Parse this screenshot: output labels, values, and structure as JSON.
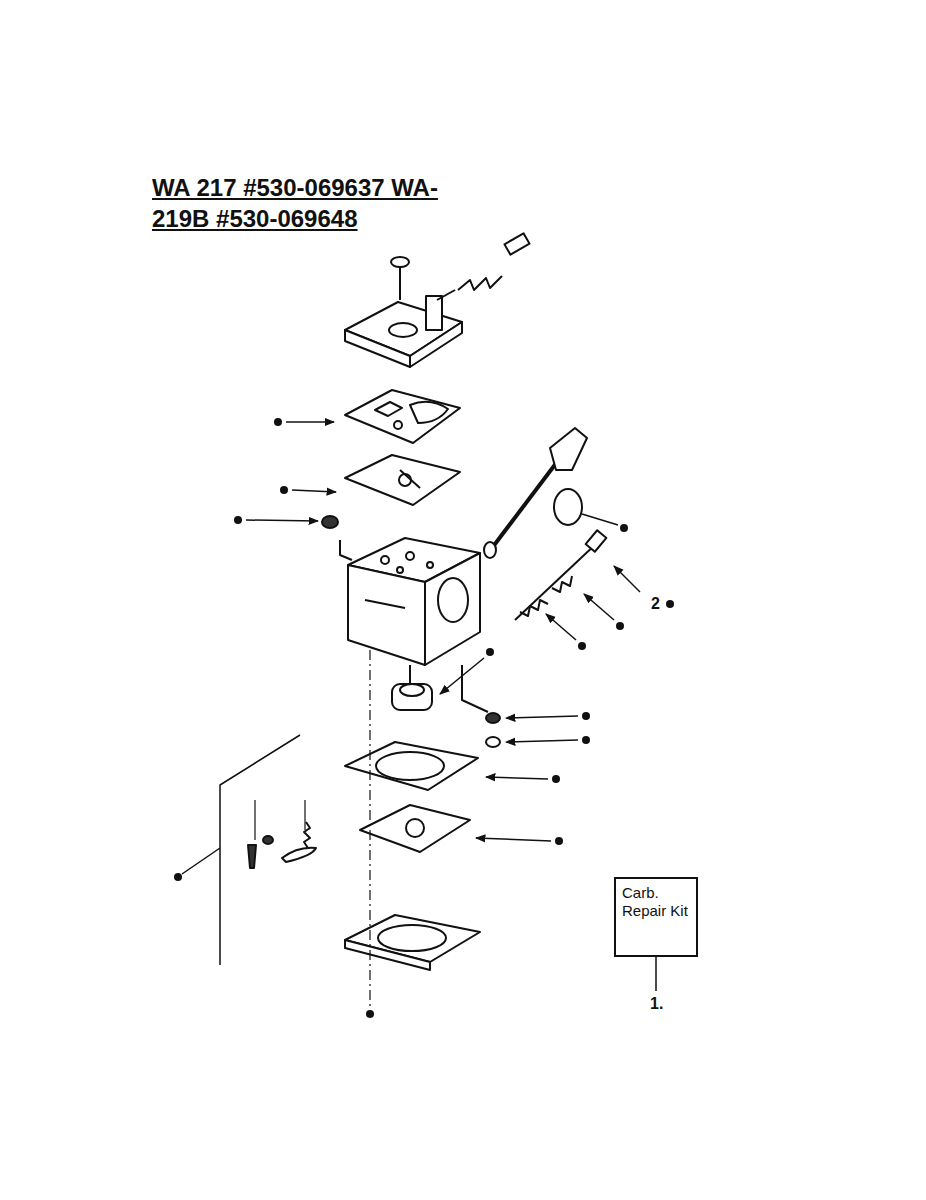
{
  "diagram": {
    "title": "WA 217 #530-069637 WA-219B #530-069648",
    "nodes": [
      {
        "text": [
          "Carb. Repair Kit"
        ]
      }
    ],
    "edges": [],
    "labels": [
      "2",
      "1."
    ]
  }
}
